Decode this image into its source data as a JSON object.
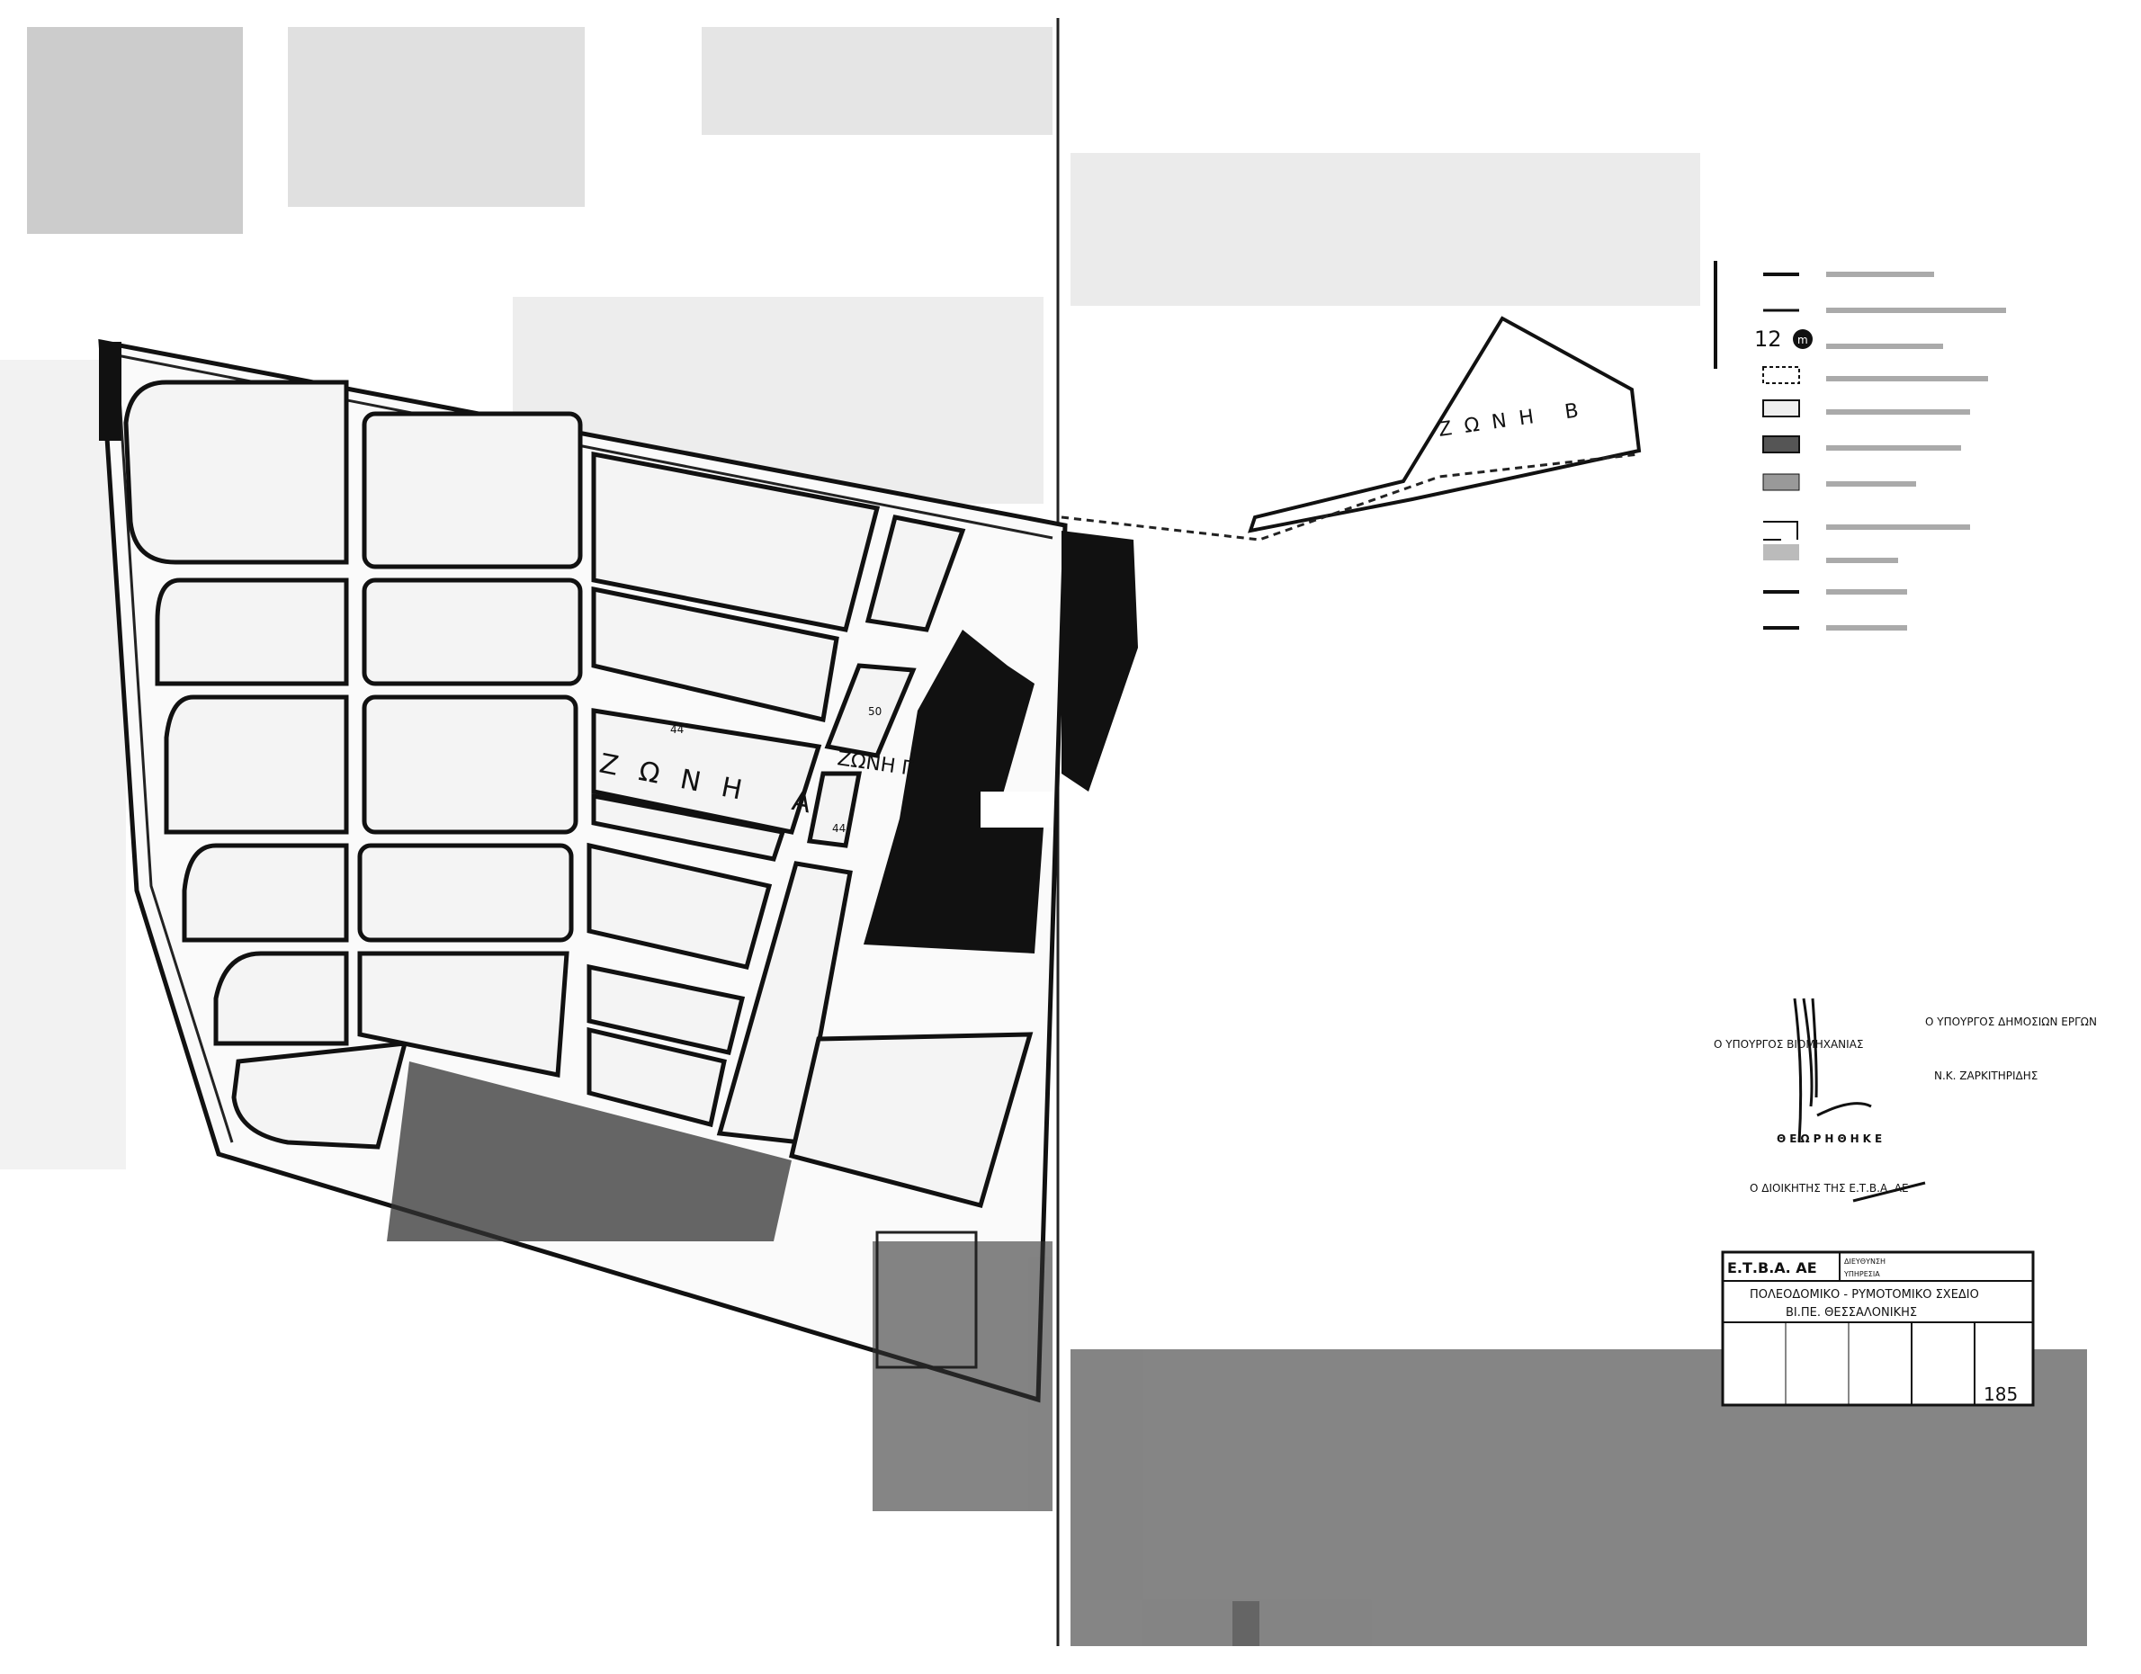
{
  "map": {
    "zone_a_label": "ΖΩΝΗ Α",
    "zone_b_label": "ΖΩΝΗ Β",
    "zone_c_label": "ΖΩΝΗ Γ",
    "block_labels": [
      "44",
      "50",
      "44"
    ],
    "ink_color": "#111111",
    "paper_color": "#ffffff"
  },
  "legend": {
    "width_symbol_number": "12",
    "width_symbol_unit": "m",
    "symbols": [
      "line-solid",
      "line-dashed",
      "width-circle",
      "dashed-box",
      "dotted-box",
      "hatched-box",
      "stippled-box",
      "bracket-box",
      "dense-dotted-box",
      "line-thick",
      "line-thick"
    ]
  },
  "signatures": {
    "minister_industry": "Ο ΥΠΟΥΡΓΟΣ ΒΙΟΜΗΧΑΝΙΑΣ",
    "minister_public_works": "Ο ΥΠΟΥΡΓΟΣ ΔΗΜΟΣΙΩΝ ΕΡΓΩΝ",
    "public_works_name": "Ν.Κ. ΖΑΡΚΙΤΗΡΙΔΗΣ",
    "approved": "ΘΕΩΡΗΘΗΚΕ",
    "etva_director": "Ο ΔΙΟΙΚΗΤΗΣ ΤΗΣ Ε.Τ.Β.Α. ΑΕ"
  },
  "title_block": {
    "organization": "Ε.Τ.Β.Α. ΑΕ",
    "directorate_label": "ΔΙΕΥΘΥΝΣΗ",
    "service_label": "ΥΠΗΡΕΣΙΑ",
    "title_line1": "ΠΟΛΕΟΔΟΜΙΚΟ - ΡΥΜΟΤΟΜΙΚΟ ΣΧΕΔΙΟ",
    "title_line2": "ΒΙ.ΠΕ. ΘΕΣΣΑΛΟΝΙΚΗΣ",
    "sheet_number": "185"
  }
}
